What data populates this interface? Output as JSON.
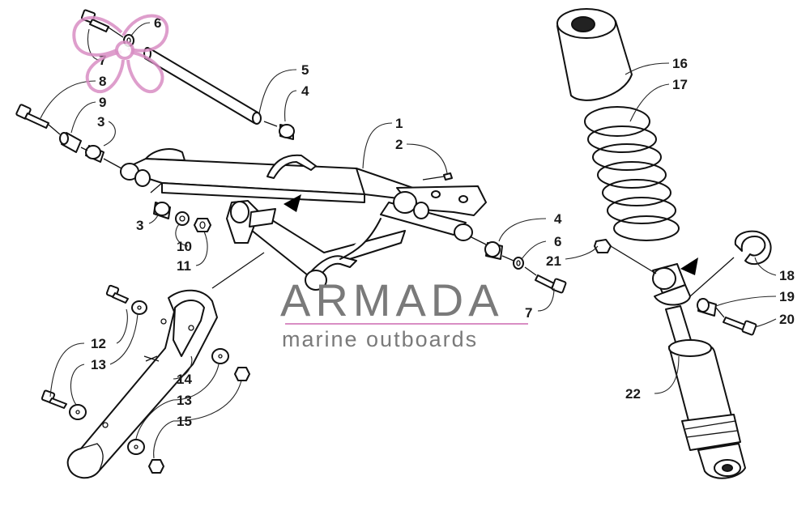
{
  "watermark": {
    "brand": "ARMADA",
    "tagline": "marine outboards",
    "accent_color": "#d98ec4",
    "text_color": "#7a7a7a"
  },
  "callouts": {
    "c1": "1",
    "c2": "2",
    "c3a": "3",
    "c3b": "3",
    "c4a": "4",
    "c4b": "4",
    "c5": "5",
    "c6a": "6",
    "c6b": "6",
    "c7a": "7",
    "c7b": "7",
    "c8": "8",
    "c9": "9",
    "c10": "10",
    "c11": "11",
    "c12": "12",
    "c13a": "13",
    "c13b": "13",
    "c14": "14",
    "c15": "15",
    "c16": "16",
    "c17": "17",
    "c18": "18",
    "c19": "19",
    "c20": "20",
    "c21": "21",
    "c22": "22"
  }
}
